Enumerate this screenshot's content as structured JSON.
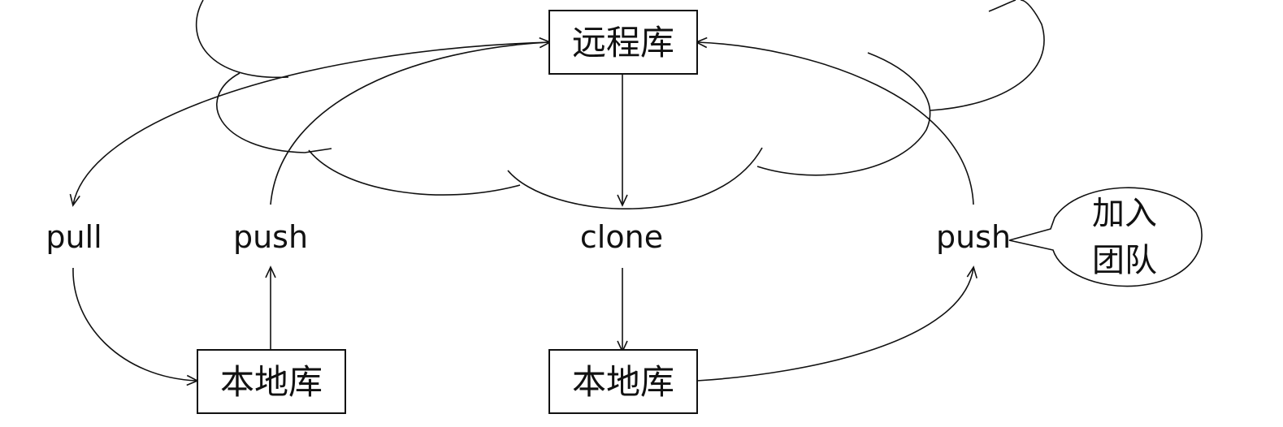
{
  "nodes": {
    "remote_repo": "远程库",
    "local_repo_left": "本地库",
    "local_repo_right": "本地库"
  },
  "labels": {
    "pull": "pull",
    "push_left": "push",
    "clone": "clone",
    "push_right": "push"
  },
  "bubble": {
    "line1": "加入",
    "line2": "团队"
  },
  "colors": {
    "stroke": "#111111",
    "background": "#ffffff"
  }
}
